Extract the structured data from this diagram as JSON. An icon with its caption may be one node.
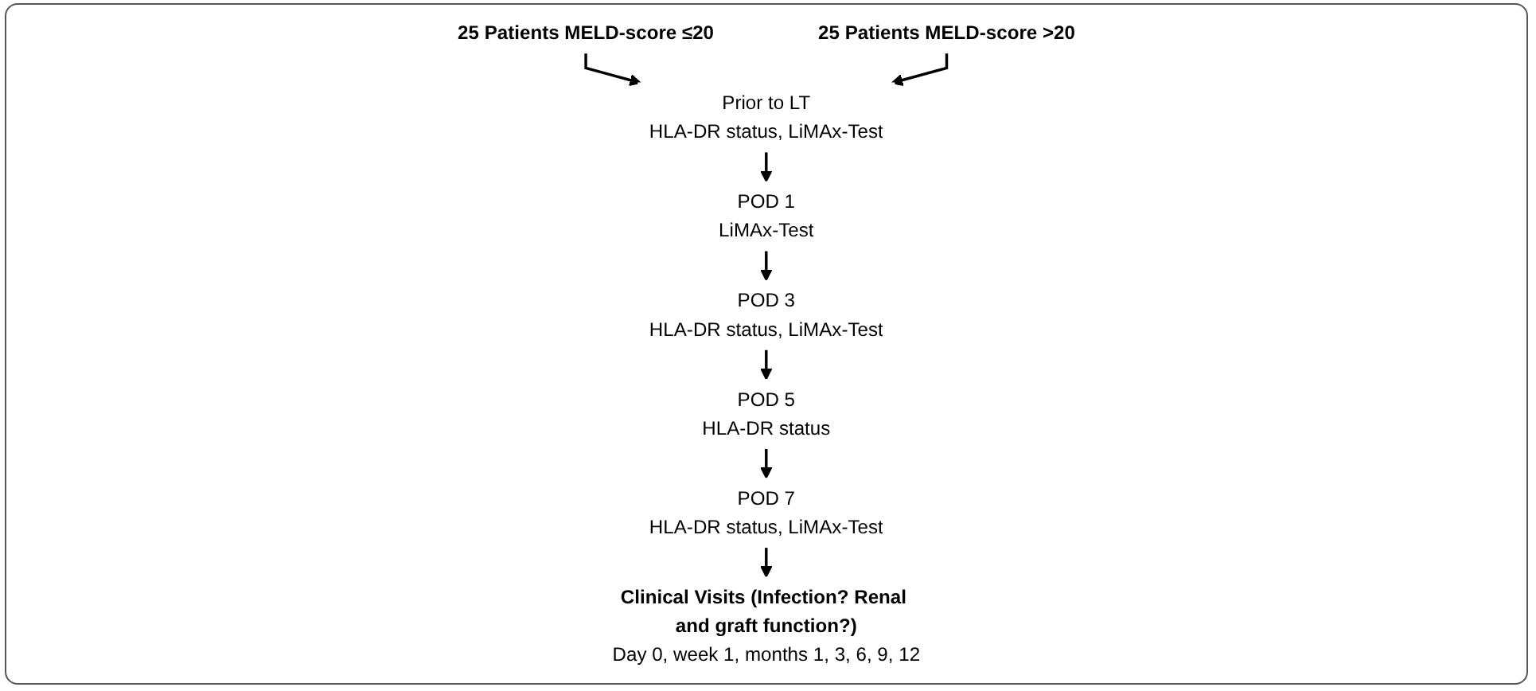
{
  "diagram": {
    "nodes": [
      {
        "text": [
          "25 Patients MELD-score ≤20"
        ]
      },
      {
        "text": [
          "25 Patients MELD-score >20"
        ]
      },
      {
        "text": [
          "Prior to LT",
          "HLA-DR status, LiMAx-Test"
        ]
      },
      {
        "text": [
          "POD 1",
          "LiMAx-Test"
        ]
      },
      {
        "text": [
          "POD 3",
          "HLA-DR status, LiMAx-Test"
        ]
      },
      {
        "text": [
          "POD 5",
          "HLA-DR status"
        ]
      },
      {
        "text": [
          "POD 7",
          "HLA-DR status, LiMAx-Test"
        ]
      },
      {
        "text": [
          "Clinical Visits (Infection? Renal and graft function?)",
          "Day 0, week 1, months 1, 3, 6, 9, 12"
        ]
      }
    ],
    "edges": [
      {
        "from": 0,
        "to": 2,
        "arrow": "to"
      },
      {
        "from": 1,
        "to": 2,
        "arrow": "to"
      },
      {
        "from": 2,
        "to": 3,
        "arrow": "to"
      },
      {
        "from": 3,
        "to": 4,
        "arrow": "to"
      },
      {
        "from": 4,
        "to": 5,
        "arrow": "to"
      },
      {
        "from": 5,
        "to": 6,
        "arrow": "to"
      },
      {
        "from": 6,
        "to": 7,
        "arrow": "to"
      }
    ]
  }
}
